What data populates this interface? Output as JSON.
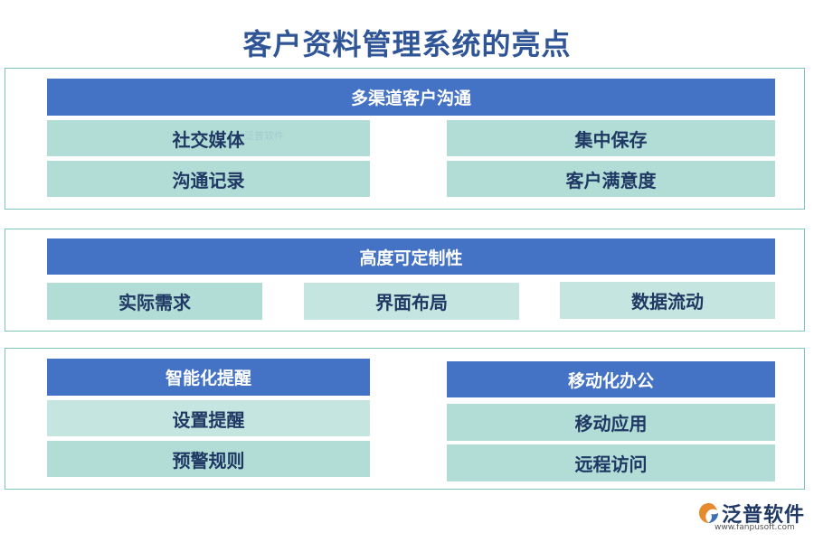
{
  "title": "客户资料管理系统的亮点",
  "section1": {
    "header": "多渠道客户沟通",
    "left": [
      "社交媒体",
      "沟通记录"
    ],
    "right": [
      "集中保存",
      "客户满意度"
    ]
  },
  "section2": {
    "header": "高度可定制性",
    "items": [
      "实际需求",
      "界面布局",
      "数据流动"
    ]
  },
  "section3": {
    "left": {
      "header": "智能化提醒",
      "items": [
        "设置提醒",
        "预警规则"
      ]
    },
    "right": {
      "header": "移动化办公",
      "items": [
        "移动应用",
        "远程访问"
      ]
    }
  },
  "watermark": "泛普软件",
  "logo": {
    "name": "泛普软件",
    "url": "www.fanpusoft.com",
    "icon": "fanpu-swirl-icon"
  },
  "colors": {
    "header_bar": "#4472c4",
    "cell": "#b2ddd6",
    "title": "#2f5597",
    "border": "#7dc4c0"
  }
}
